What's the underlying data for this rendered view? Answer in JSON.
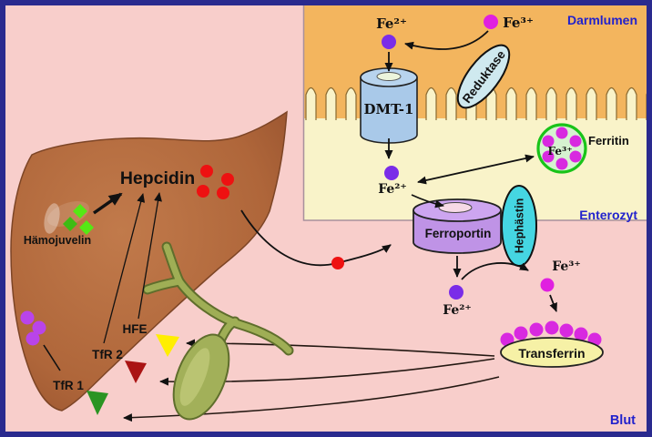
{
  "lumen": {
    "region_label": "Darmlumen",
    "fe2_label": "Fe²⁺",
    "fe3_label": "Fe³⁺",
    "reduktase_label": "Reduktase",
    "dmt1_label": "DMT-1"
  },
  "enterocyte": {
    "region_label": "Enterozyt",
    "fe2_label": "Fe²⁺",
    "ferritin_label": "Ferritin",
    "ferritin_core_label": "Fe³⁺",
    "ferroportin_label": "Ferroportin",
    "hephaestin_label": "Hephästin"
  },
  "blood": {
    "region_label": "Blut",
    "fe2_label": "Fe²⁺",
    "fe3_label": "Fe³⁺",
    "transferrin_label": "Transferrin"
  },
  "liver": {
    "hepcidin_label": "Hepcidin",
    "haemojuvelin_label": "Hämojuvelin",
    "hfe_label": "HFE",
    "tfr2_label": "TfR 2",
    "tfr1_label": "TfR 1"
  },
  "colors": {
    "frame": "#2a2a8e",
    "background": "#f8cecb",
    "lumen_bg": "#f3b55e",
    "cell_bg": "#f9f3c9",
    "blue_label": "#2222cc",
    "liver": "#b06a40",
    "gallbladder": "#9fae55",
    "fe2_dot": "#7a2ce8",
    "fe3_dot": "#e020e0",
    "liver_receptor_dot": "#b944ea",
    "hepcidin_dot": "#ee1111",
    "haemojuvelin_diamond": "#55e814",
    "transferrin_fill": "#f6f1a6",
    "ferritin_ring": "#19c319",
    "hephaestin_fill": "#45d6e2",
    "ferroportin_fill": "#bf93e6",
    "dmt1_fill": "#a9c9e9",
    "reduktase_fill": "#cfe9ef",
    "triangle_yellow": "#ffee00",
    "triangle_darkred": "#aa1414",
    "triangle_green": "#2a9422"
  }
}
